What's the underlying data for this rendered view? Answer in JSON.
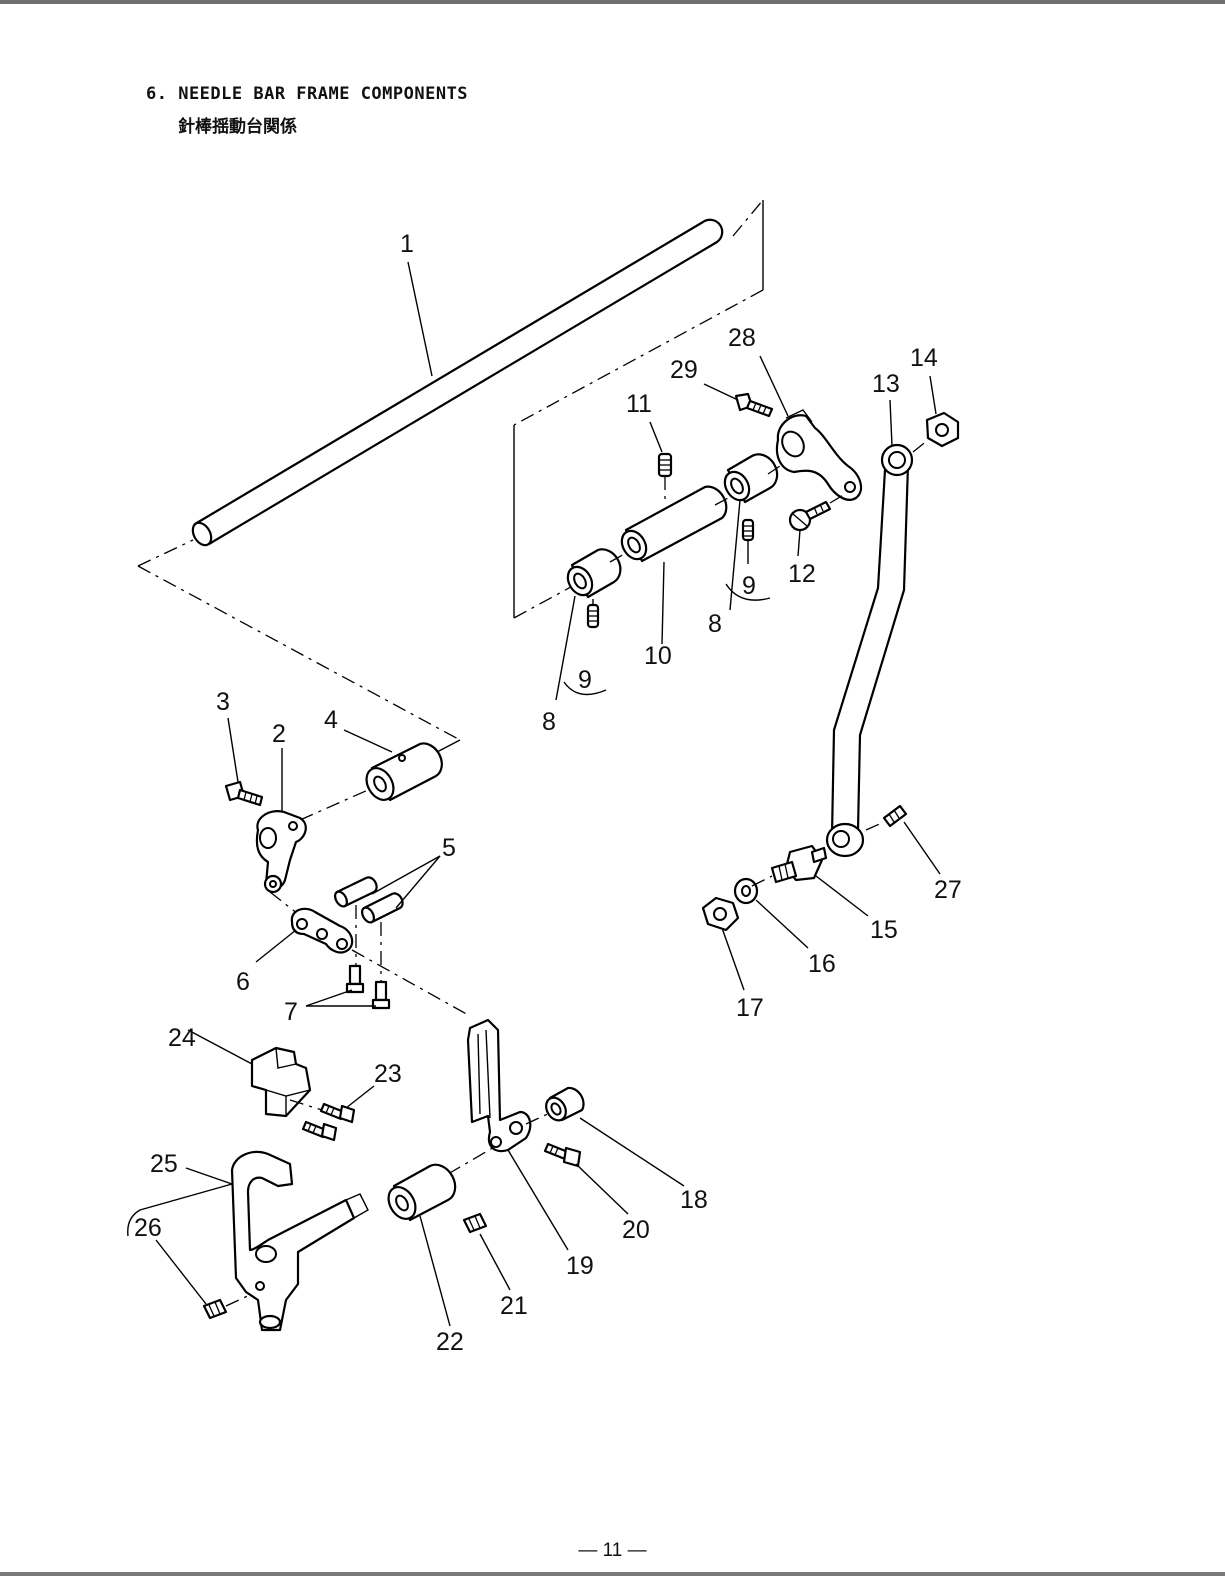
{
  "title": {
    "en": "6. NEEDLE BAR FRAME COMPONENTS",
    "jp": "針棒揺動台関係"
  },
  "page_number": "— 11 —",
  "callouts": [
    {
      "id": "1",
      "text": "1"
    },
    {
      "id": "2",
      "text": "2"
    },
    {
      "id": "3",
      "text": "3"
    },
    {
      "id": "4",
      "text": "4"
    },
    {
      "id": "5",
      "text": "5"
    },
    {
      "id": "6",
      "text": "6"
    },
    {
      "id": "7",
      "text": "7"
    },
    {
      "id": "8a",
      "text": "8"
    },
    {
      "id": "8b",
      "text": "8"
    },
    {
      "id": "9a",
      "text": "9"
    },
    {
      "id": "9b",
      "text": "9"
    },
    {
      "id": "10",
      "text": "10"
    },
    {
      "id": "11",
      "text": "11"
    },
    {
      "id": "12",
      "text": "12"
    },
    {
      "id": "13",
      "text": "13"
    },
    {
      "id": "14",
      "text": "14"
    },
    {
      "id": "15",
      "text": "15"
    },
    {
      "id": "16",
      "text": "16"
    },
    {
      "id": "17",
      "text": "17"
    },
    {
      "id": "18",
      "text": "18"
    },
    {
      "id": "19",
      "text": "19"
    },
    {
      "id": "20",
      "text": "20"
    },
    {
      "id": "21",
      "text": "21"
    },
    {
      "id": "22",
      "text": "22"
    },
    {
      "id": "23",
      "text": "23"
    },
    {
      "id": "24",
      "text": "24"
    },
    {
      "id": "25",
      "text": "25"
    },
    {
      "id": "26",
      "text": "26"
    },
    {
      "id": "27",
      "text": "27"
    },
    {
      "id": "28",
      "text": "28"
    },
    {
      "id": "29",
      "text": "29"
    }
  ]
}
